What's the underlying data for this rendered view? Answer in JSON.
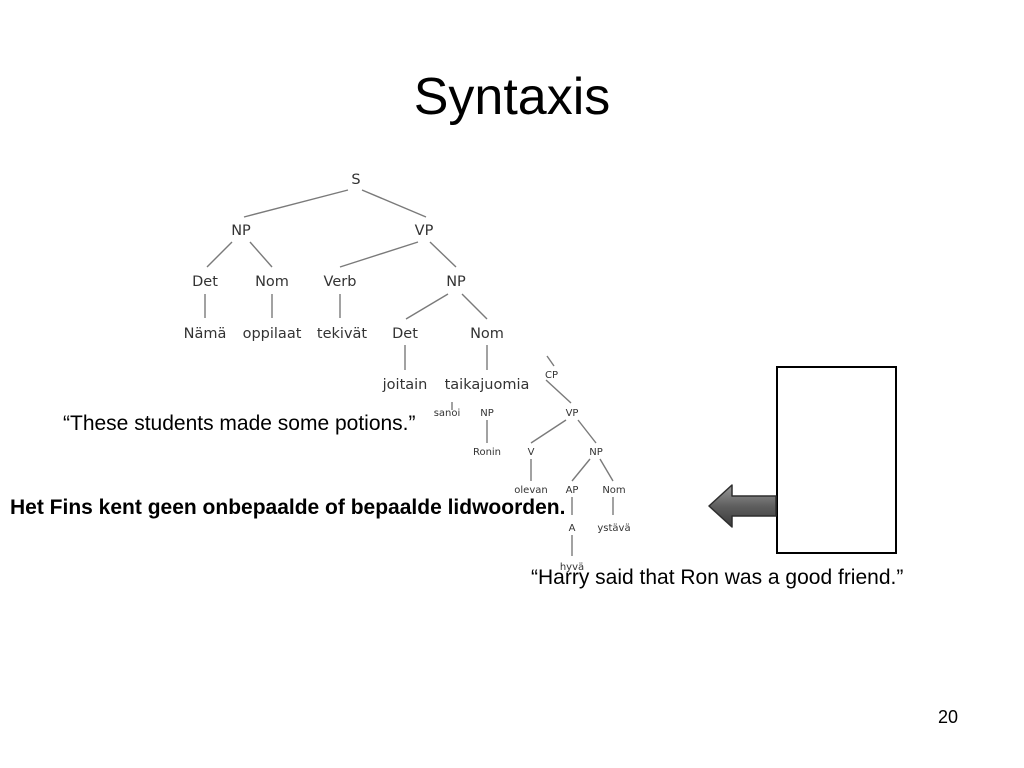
{
  "slide": {
    "title": "Syntaxis",
    "page_number": "20"
  },
  "tree1": {
    "nodes": {
      "S": "S",
      "NP": "NP",
      "VP": "VP",
      "Det": "Det",
      "Nom": "Nom",
      "Verb": "Verb",
      "NP2": "NP",
      "Nama": "Nämä",
      "oppilaat": "oppilaat",
      "tekivat": "tekivät",
      "Det2": "Det",
      "Nom2": "Nom",
      "joitain": "joitain",
      "taikajuomia": "taikajuomia"
    }
  },
  "tree2": {
    "nodes": {
      "CP": "CP",
      "sanoi": "sanoi",
      "NP": "NP",
      "VP": "VP",
      "Ronin": "Ronin",
      "V": "V",
      "NP2": "NP",
      "olevan": "olevan",
      "AP": "AP",
      "Nom": "Nom",
      "A": "A",
      "ystava": "ystävä",
      "hyva": "hyvä"
    }
  },
  "text": {
    "quote1": "“These students made some potions.”",
    "statement": "Het Fins kent geen onbepaalde of bepaalde lidwoorden.",
    "quote2": "“Harry said that Ron was a good friend.”"
  },
  "colors": {
    "arrow_fill": "#5f5f5f",
    "tree_text": "#333333",
    "tree_lines": "#7a7a7a"
  },
  "icons": {
    "arrow": "left-arrow-icon"
  }
}
